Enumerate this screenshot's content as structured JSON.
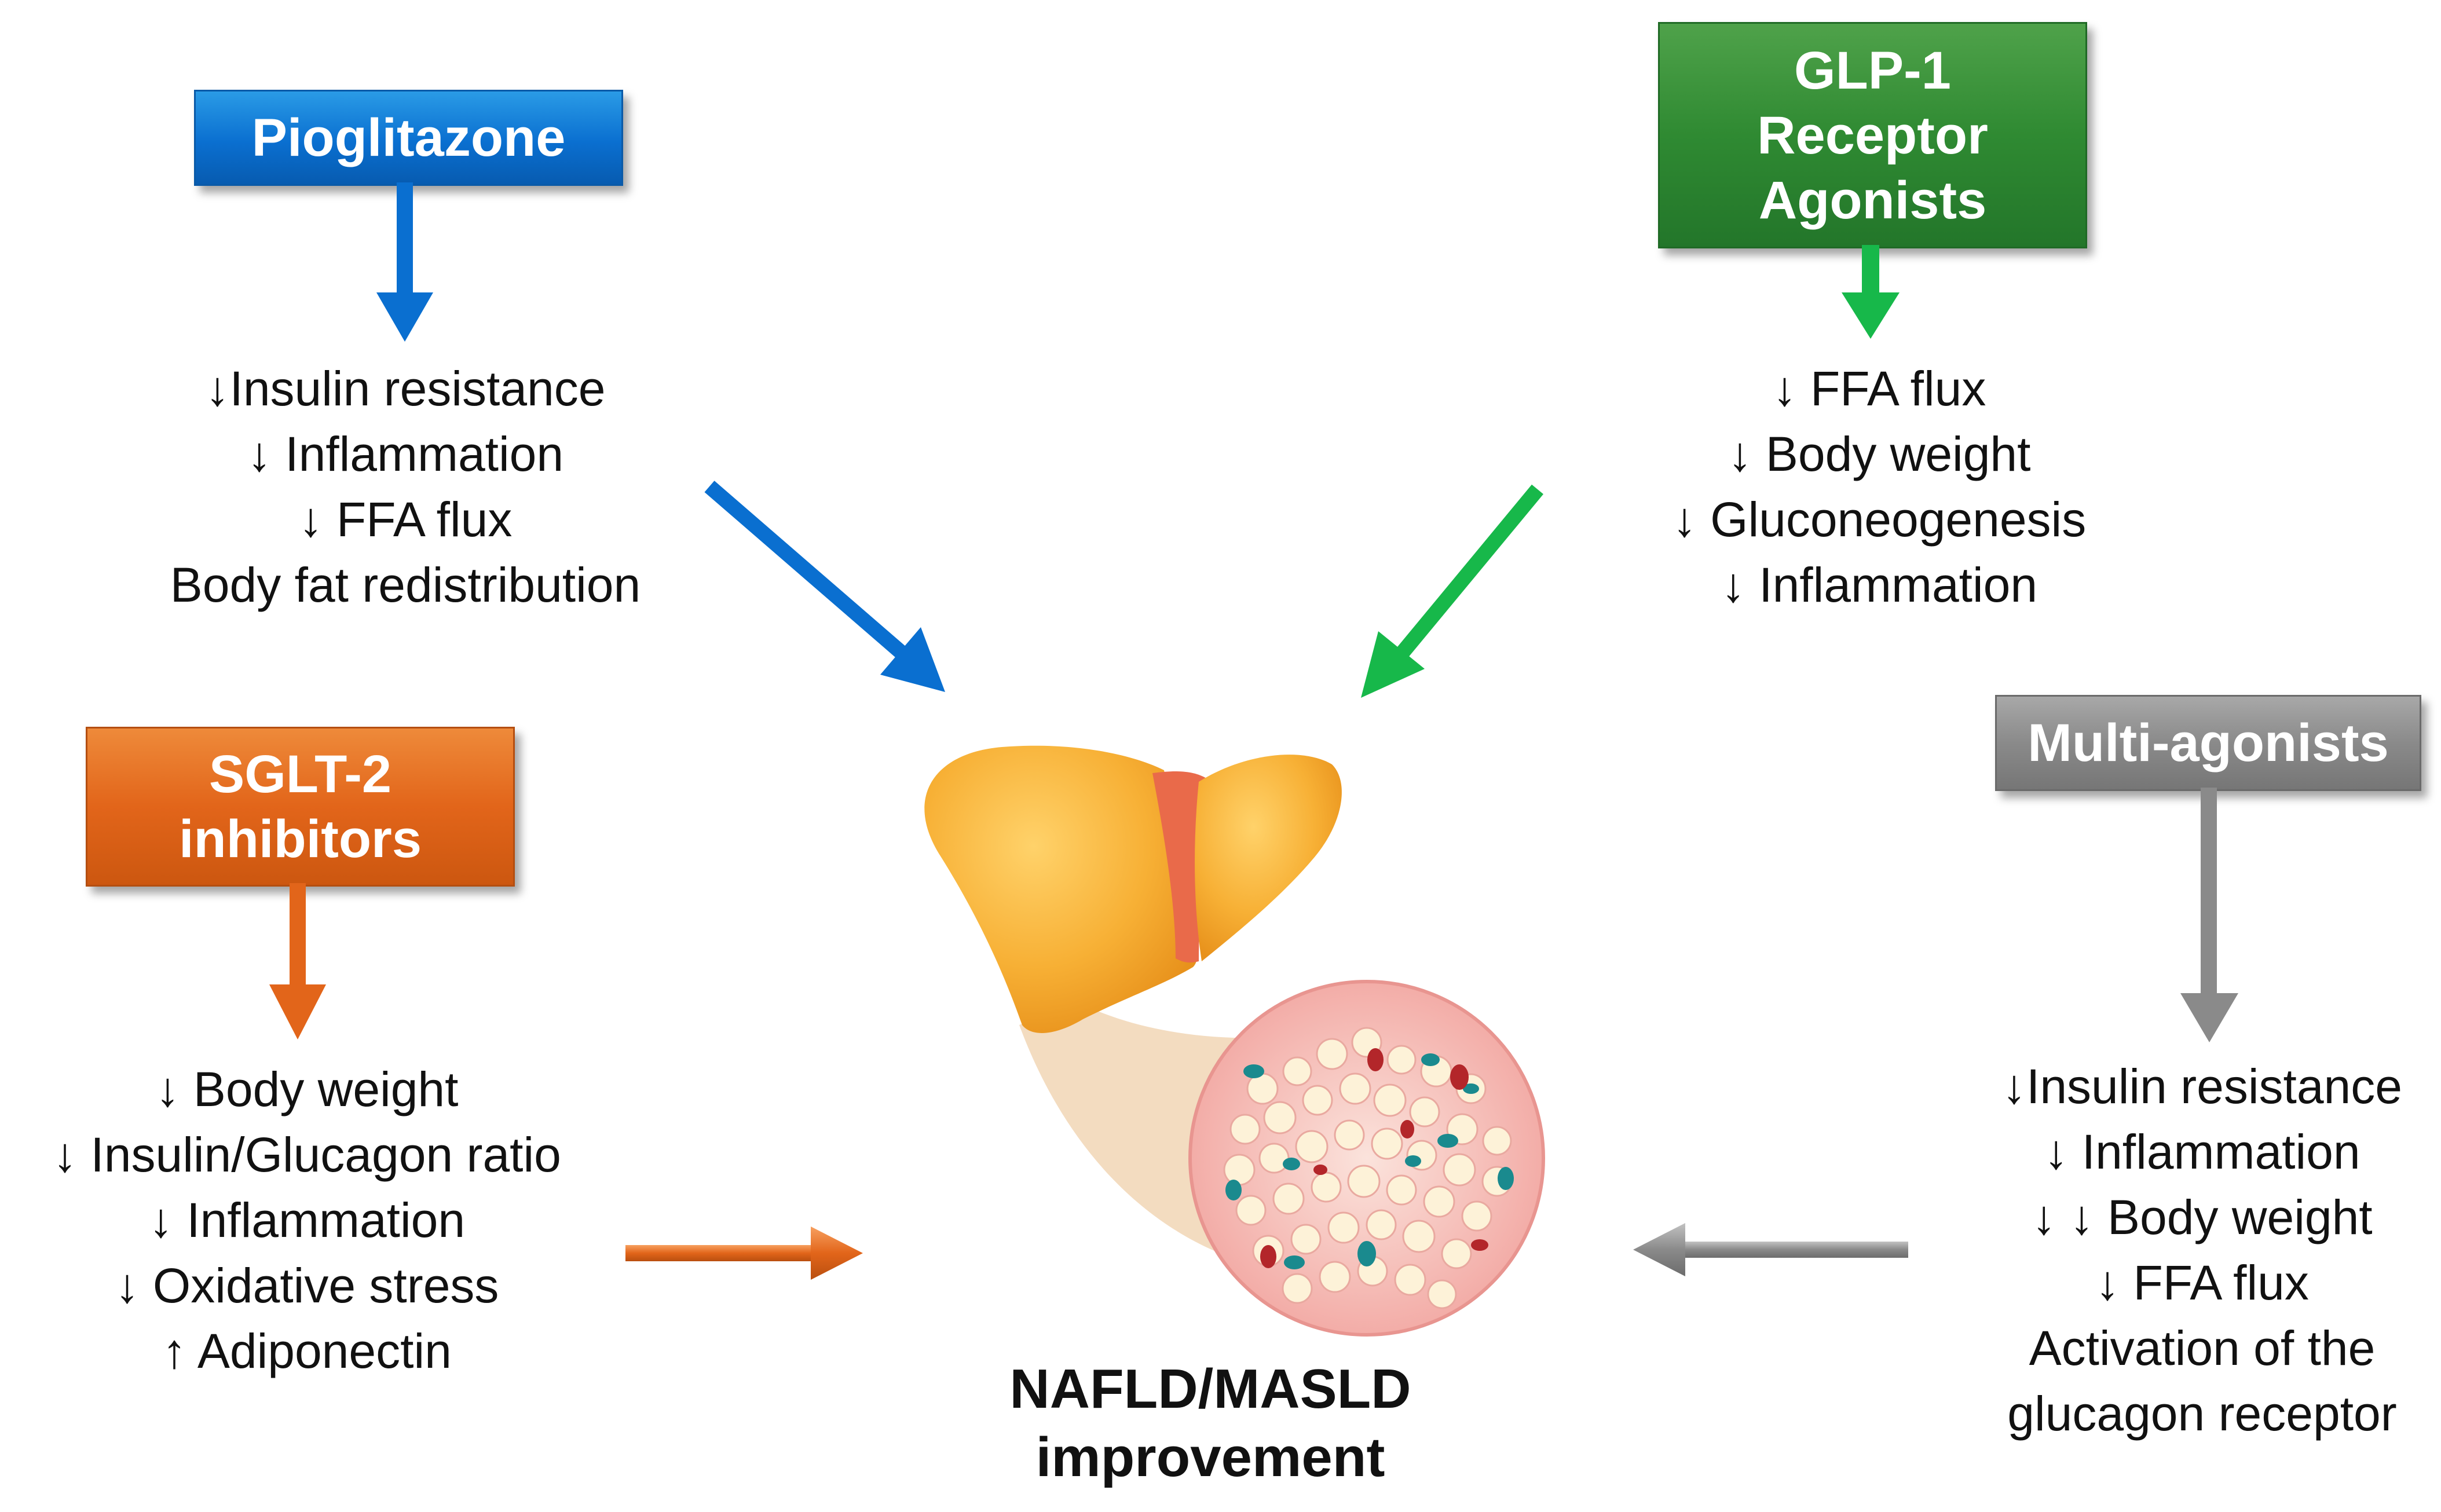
{
  "pioglitazone": {
    "label": "Pioglitazone",
    "effects": [
      "↓Insulin resistance",
      "↓ Inflammation",
      "↓ FFA flux",
      "Body fat redistribution"
    ],
    "color": "#0a6fd0"
  },
  "glp1": {
    "label_lines": [
      "GLP-1",
      "Receptor",
      "Agonists"
    ],
    "effects": [
      "↓ FFA flux",
      "↓ Body weight",
      "↓ Gluconeogenesis",
      "↓ Inflammation"
    ],
    "color": "#2f8a32",
    "arrow_color": "#17b84a"
  },
  "sglt2": {
    "label_lines": [
      "SGLT-2",
      "inhibitors"
    ],
    "effects": [
      "↓ Body weight",
      "↓ Insulin/Glucagon ratio",
      "↓ Inflammation",
      "↓ Oxidative stress",
      "↑ Adiponectin"
    ],
    "color": "#e2651a"
  },
  "multi": {
    "label": "Multi-agonists",
    "effects": [
      "↓Insulin resistance",
      "↓ Inflammation",
      "↓ ↓ Body weight",
      "↓ FFA flux",
      "Activation of the",
      "glucagon receptor"
    ],
    "color": "#8a8a8a"
  },
  "center": {
    "title_lines": [
      "NAFLD/MASLD",
      "improvement"
    ]
  }
}
